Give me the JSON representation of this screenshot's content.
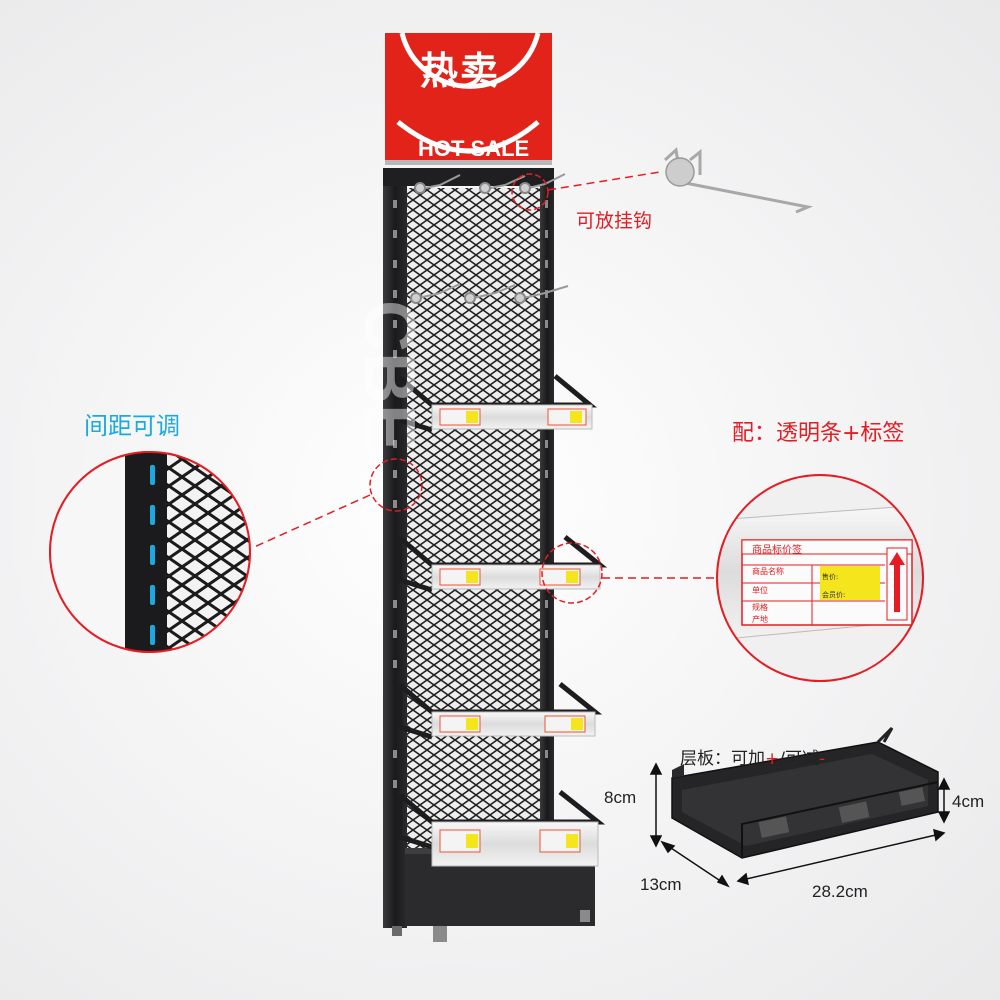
{
  "sign": {
    "title": "热卖",
    "subtitle": "HOT SALE",
    "bg_color": "#e2231a"
  },
  "watermark": {
    "text": "CBE"
  },
  "callouts": {
    "hook": "可放挂钩",
    "spacing": "间距可调",
    "strip": "配：透明条+标签"
  },
  "price_tag": {
    "header": "商品标价签",
    "rows": [
      "商品名称",
      "单位",
      "规格",
      "产地"
    ],
    "right_rows": [
      "售价:",
      "会员价:"
    ]
  },
  "shelf_spec": {
    "label_prefix": "层板：",
    "label_add": "可加",
    "plus": "+",
    "slash": "/",
    "label_sub": "可减",
    "minus": "-",
    "height": "8cm",
    "lip": "4cm",
    "depth": "13cm",
    "width": "28.2cm"
  },
  "colors": {
    "accent_red": "#e51c23",
    "accent_cyan": "#1aa9e0",
    "frame": "#1e1e20",
    "tag_yellow": "#f5e51d"
  }
}
